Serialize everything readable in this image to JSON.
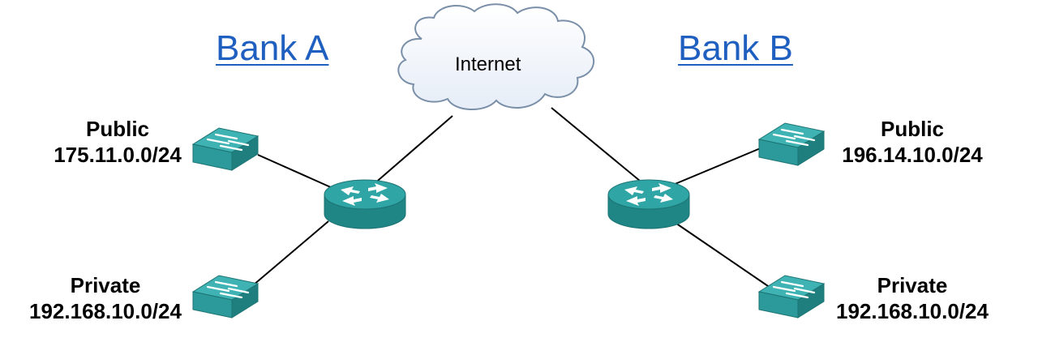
{
  "cloud": {
    "label": "Internet"
  },
  "bank_a": {
    "title": "Bank A",
    "public": {
      "name": "Public",
      "subnet": "175.11.0.0/24"
    },
    "private": {
      "name": "Private",
      "subnet": "192.168.10.0/24"
    }
  },
  "bank_b": {
    "title": "Bank B",
    "public": {
      "name": "Public",
      "subnet": "196.14.10.0/24"
    },
    "private": {
      "name": "Private",
      "subnet": "192.168.10.0/24"
    }
  },
  "colors": {
    "title_blue": "#1f5fbf",
    "device_teal": "#2c9a9a",
    "device_teal_dark": "#1d7373",
    "cloud_stroke": "#7a8fa8",
    "link": "#000000"
  },
  "icons": {
    "router": "router-icon",
    "switch": "switch-icon",
    "cloud": "cloud-icon"
  }
}
